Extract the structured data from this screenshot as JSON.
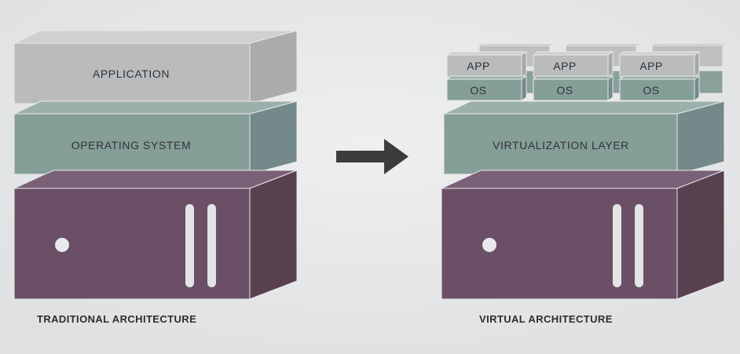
{
  "traditional": {
    "application_label": "APPLICATION",
    "os_label": "OPERATING SYSTEM",
    "caption": "TRADITIONAL ARCHITECTURE"
  },
  "virtual": {
    "apps": [
      {
        "app_label": "APP",
        "os_label": "OS"
      },
      {
        "app_label": "APP",
        "os_label": "OS"
      },
      {
        "app_label": "APP",
        "os_label": "OS"
      }
    ],
    "virtualization_label": "VIRTUALIZATION LAYER",
    "caption": "VIRTUAL ARCHITECTURE"
  },
  "colors": {
    "background": "#e4e5e6",
    "application_layer": "#b9bbbd",
    "os_layer": "#869e98",
    "hardware": "#6a4f66",
    "arrow": "#3a3c3e"
  }
}
